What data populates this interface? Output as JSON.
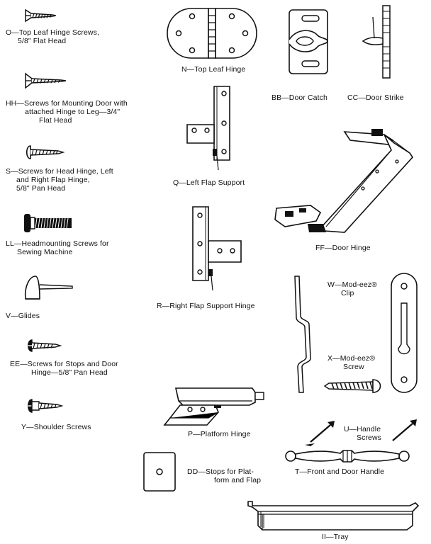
{
  "parts": {
    "o": {
      "lines": [
        "O—Top Leaf Hinge Screws,",
        "5/8\" Flat Head"
      ]
    },
    "hh": {
      "lines": [
        "HH—Screws for Mounting Door with",
        "attached Hinge to Leg—3/4\"",
        "Flat Head"
      ]
    },
    "s": {
      "lines": [
        "S—Screws for Head Hinge, Left",
        "and Right Flap Hinge,",
        "5/8\" Pan Head"
      ]
    },
    "ll": {
      "lines": [
        "LL—Headmounting Screws for",
        "Sewing Machine"
      ]
    },
    "v": {
      "lines": [
        "V—Glides"
      ]
    },
    "ee": {
      "lines": [
        "EE—Screws for Stops and Door",
        "Hinge—5/8\" Pan Head"
      ]
    },
    "y": {
      "lines": [
        "Y—Shoulder Screws"
      ]
    },
    "n": {
      "lines": [
        "N—Top Leaf Hinge"
      ]
    },
    "q": {
      "lines": [
        "Q—Left Flap Support"
      ]
    },
    "r": {
      "lines": [
        "R—Right Flap Support Hinge"
      ]
    },
    "p": {
      "lines": [
        "P—Platform Hinge"
      ]
    },
    "dd": {
      "lines": [
        "DD—Stops for Plat-",
        "form and Flap"
      ]
    },
    "bb": {
      "lines": [
        "BB—Door Catch"
      ]
    },
    "cc": {
      "lines": [
        "CC—Door Strike"
      ]
    },
    "ff": {
      "lines": [
        "FF—Door Hinge"
      ]
    },
    "w": {
      "lines": [
        "W—Mod-eez®",
        "Clip"
      ]
    },
    "x": {
      "lines": [
        "X—Mod-eez®",
        "Screw"
      ]
    },
    "u": {
      "lines": [
        "U—Handle",
        "Screws"
      ]
    },
    "t": {
      "lines": [
        "T—Front and Door Handle"
      ]
    },
    "ii": {
      "lines": [
        "II—Tray"
      ]
    }
  },
  "colors": {
    "ink": "#111111",
    "paper": "#ffffff"
  }
}
